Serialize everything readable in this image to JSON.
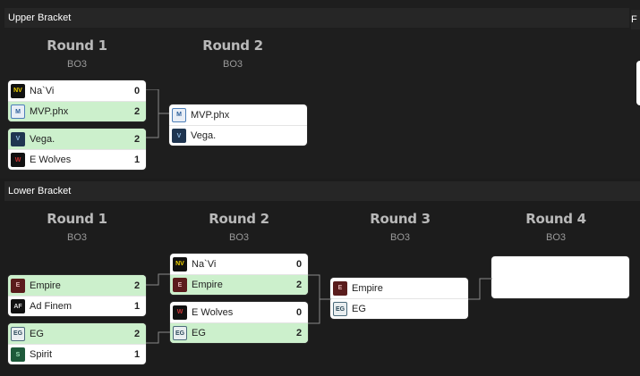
{
  "upper": {
    "header": "Upper Bracket",
    "partial_header": "F",
    "rounds": [
      {
        "title": "Round 1",
        "format": "BO3"
      },
      {
        "title": "Round 2",
        "format": "BO3"
      }
    ],
    "matches": [
      {
        "teams": [
          {
            "name": "Na`Vi",
            "score": "0",
            "winner": false,
            "logo": "navi-logo"
          },
          {
            "name": "MVP.phx",
            "score": "2",
            "winner": true,
            "logo": "mvp-logo"
          }
        ]
      },
      {
        "teams": [
          {
            "name": "Vega.",
            "score": "2",
            "winner": true,
            "logo": "vega-logo"
          },
          {
            "name": "E Wolves",
            "score": "1",
            "winner": false,
            "logo": "ewolves-logo"
          }
        ]
      },
      {
        "teams": [
          {
            "name": "MVP.phx",
            "score": "",
            "winner": false,
            "logo": "mvp-logo"
          },
          {
            "name": "Vega.",
            "score": "",
            "winner": false,
            "logo": "vega-logo"
          }
        ]
      }
    ]
  },
  "lower": {
    "header": "Lower Bracket",
    "rounds": [
      {
        "title": "Round 1",
        "format": "BO3"
      },
      {
        "title": "Round 2",
        "format": "BO3"
      },
      {
        "title": "Round 3",
        "format": "BO3"
      },
      {
        "title": "Round 4",
        "format": "BO3"
      }
    ],
    "matches": [
      {
        "teams": [
          {
            "name": "Empire",
            "score": "2",
            "winner": true,
            "logo": "empire-logo"
          },
          {
            "name": "Ad Finem",
            "score": "1",
            "winner": false,
            "logo": "adfinem-logo"
          }
        ]
      },
      {
        "teams": [
          {
            "name": "EG",
            "score": "2",
            "winner": true,
            "logo": "eg-logo"
          },
          {
            "name": "Spirit",
            "score": "1",
            "winner": false,
            "logo": "spirit-logo"
          }
        ]
      },
      {
        "teams": [
          {
            "name": "Na`Vi",
            "score": "0",
            "winner": false,
            "logo": "navi-logo"
          },
          {
            "name": "Empire",
            "score": "2",
            "winner": true,
            "logo": "empire-logo"
          }
        ]
      },
      {
        "teams": [
          {
            "name": "E Wolves",
            "score": "0",
            "winner": false,
            "logo": "ewolves-logo"
          },
          {
            "name": "EG",
            "score": "2",
            "winner": true,
            "logo": "eg-logo"
          }
        ]
      },
      {
        "teams": [
          {
            "name": "Empire",
            "score": "",
            "winner": false,
            "logo": "empire-logo"
          },
          {
            "name": "EG",
            "score": "",
            "winner": false,
            "logo": "eg-logo"
          }
        ]
      },
      {
        "teams": []
      }
    ]
  },
  "colors": {
    "background": "#181818",
    "winner_row": "#ccf0cc",
    "connector": "#8a8a8a"
  }
}
